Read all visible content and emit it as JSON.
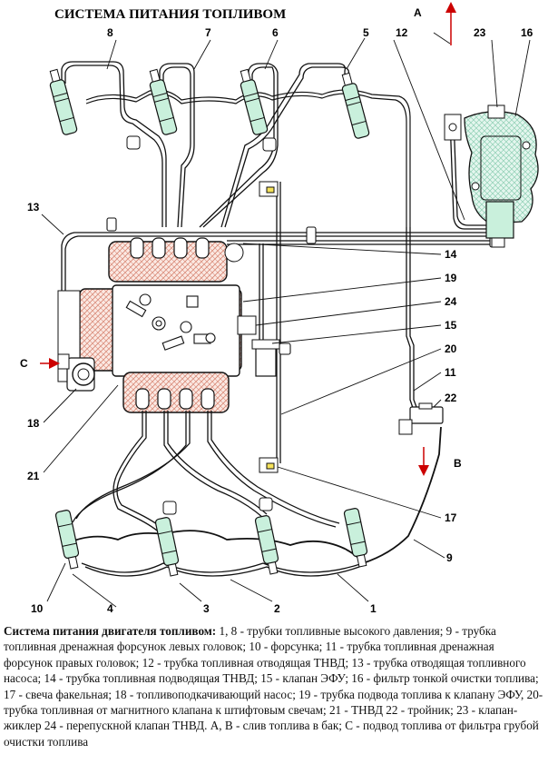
{
  "title": "СИСТЕМА ПИТАНИЯ ТОПЛИВОМ",
  "labels": {
    "n1": "1",
    "n2": "2",
    "n3": "3",
    "n4": "4",
    "n5": "5",
    "n6": "6",
    "n7": "7",
    "n8": "8",
    "n9": "9",
    "n10": "10",
    "n11": "11",
    "n12": "12",
    "n13": "13",
    "n14": "14",
    "n15": "15",
    "n16": "16",
    "n17": "17",
    "n18": "18",
    "n19": "19",
    "n20": "20",
    "n21": "21",
    "n22": "22",
    "n23": "23",
    "n24": "24",
    "A": "A",
    "B": "B",
    "C": "C"
  },
  "caption": {
    "heading": "Система питания двигателя топливом:",
    "body": " 1, 8 - трубки топливные высокого давления; 9 - трубка топливная дренажная форсунок левых головок; 10 - форсунка; 11 - трубка топливная дренажная форсунок правых головок; 12 - трубка топливная отводящая ТНВД; 13 - трубка отводящая топливного насоса; 14 - трубка топливная подводящая ТНВД; 15 - клапан ЭФУ; 16 - фильтр тонкой очистки топлива; 17 - свеча факельная; 18 - топливоподкачивающий насос; 19 - трубка подвода топлива к клапану ЭФУ, 20- трубка топливная от магнитного клапана к штифтовым свечам; 21 - ТНВД 22 - тройник; 23 - клапан-жиклер 24 - перепускной клапан ТНВД. А, В - слив топлива в бак; С - подвод топлива от фильтра грубой очистки топлива"
  },
  "colors": {
    "injector": "#c9f0dc",
    "hatch": "#e89a86",
    "arrow": "#cc0000",
    "line": "#111111"
  }
}
